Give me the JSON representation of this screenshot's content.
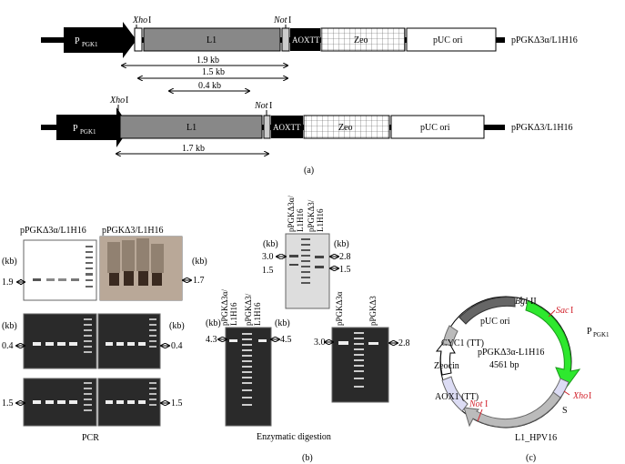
{
  "colors": {
    "promoter": "#000000",
    "l1": "#888888",
    "aox": "#000000",
    "green": "#2ee82e",
    "red": "#d2202a",
    "lilac": "#dcdcf4"
  },
  "panel_a": {
    "construct1": {
      "promoter": "P",
      "promoter_sub": "PGK1",
      "site_xho": "Xho",
      "site_xho_suffix": "I",
      "site_not": "Not",
      "site_not_suffix": "I",
      "l1": "L1",
      "aox": "AOXTT",
      "zeo": "Zeo",
      "puc": "pUC ori",
      "name": "pPGKΔ3α/L1H16",
      "sizes": [
        "1.9 kb",
        "1.5 kb",
        "0.4 kb"
      ]
    },
    "construct2": {
      "promoter": "P",
      "promoter_sub": "PGK1",
      "site_xho": "Xho",
      "site_xho_suffix": "I",
      "site_not": "Not",
      "site_not_suffix": "I",
      "l1": "L1",
      "aox": "AOXTT",
      "zeo": "Zeo",
      "puc": "pUC ori",
      "name": "pPGKΔ3/L1H16",
      "sizes": [
        "1.7 kb"
      ]
    },
    "label": "(a)"
  },
  "panel_b": {
    "pcr": {
      "title_left": "pPGKΔ3α/L1H16",
      "title_right": "pPGKΔ3/L1H16",
      "kb": "(kb)",
      "row1_left": "1.9",
      "row1_right": "1.7",
      "row2_left": "0.4",
      "row2_right": "0.4",
      "row3_left": "1.5",
      "row3_right": "1.5",
      "caption": "PCR"
    },
    "digest_top": {
      "lane1": [
        "pPGKΔ3α/",
        "L1H16"
      ],
      "lane2": [
        "pPGKΔ3/",
        "L1H16"
      ],
      "kb_left": "(kb)",
      "kb_right": "(kb)",
      "left_vals": [
        "3.0",
        "1.5"
      ],
      "right_vals": [
        "2.8",
        "1.5"
      ]
    },
    "digest_mid": {
      "lane1": [
        "pPGKΔ3α/",
        "L1H16"
      ],
      "lane2": [
        "pPGKΔ3/",
        "L1H16"
      ],
      "kb_left": "(kb)",
      "kb_right": "(kb)",
      "left_val": "4.3",
      "right_val": "4.5"
    },
    "digest_right": {
      "lane1": "pPGKΔ3α",
      "lane2": "pPGKΔ3",
      "left_val": "3.0",
      "right_val": "2.8"
    },
    "caption": "Enzymatic digestion",
    "label": "(b)"
  },
  "panel_c": {
    "name": "pPGKΔ3α-L1H16",
    "size": "4561 bp",
    "features": {
      "puc": "pUC ori",
      "bgl": "Bgl",
      "bgl_suffix": "II",
      "sac": "Sac",
      "sac_suffix": "I",
      "ppgk": "P",
      "ppgk_sub": "PGK1",
      "cyc": "CYC1 (TT)",
      "zeocin": "Zeocin",
      "aox": "AOX1 (TT)",
      "not": "Not",
      "not_suffix": "I",
      "xho": "Xho",
      "xho_suffix": "I",
      "s": "S",
      "l1": "L1_HPV16"
    },
    "label": "(c)"
  }
}
